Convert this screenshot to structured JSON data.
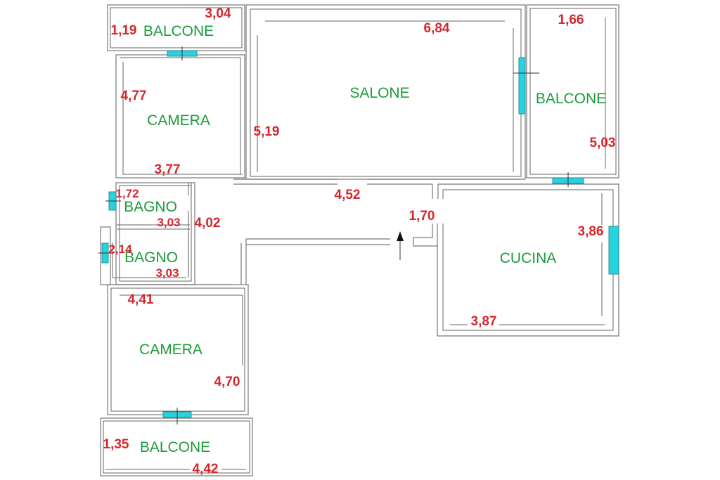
{
  "rooms": {
    "balcone_top_left": {
      "label": "BALCONE",
      "dims": [
        "3,04",
        "1,19"
      ]
    },
    "camera_top": {
      "label": "CAMERA",
      "dims": [
        "4,77",
        "3,77"
      ]
    },
    "salone": {
      "label": "SALONE",
      "dims": [
        "6,84",
        "5,19"
      ]
    },
    "balcone_right": {
      "label": "BALCONE",
      "dims": [
        "1,66",
        "5,03"
      ]
    },
    "corridoio": {
      "dims": [
        "4,52",
        "4,02",
        "1,70"
      ]
    },
    "bagno_1": {
      "label": "BAGNO",
      "dims": [
        "1,72",
        "3,03"
      ]
    },
    "bagno_2": {
      "label": "BAGNO",
      "dims": [
        "2,14",
        "3,03"
      ]
    },
    "cucina": {
      "label": "CUCINA",
      "dims": [
        "3,86",
        "3,87"
      ]
    },
    "camera_bottom": {
      "label": "CAMERA",
      "dims": [
        "4,41",
        "4,70"
      ]
    },
    "balcone_bottom": {
      "label": "BALCONE",
      "dims": [
        "1,35",
        "4,42"
      ]
    }
  },
  "colors": {
    "room_label": "#1e9a3c",
    "dimension": "#d5262c",
    "window": "#27d3de",
    "wall": "#777777"
  },
  "icons": {
    "entrance": "arrow-up-icon"
  }
}
